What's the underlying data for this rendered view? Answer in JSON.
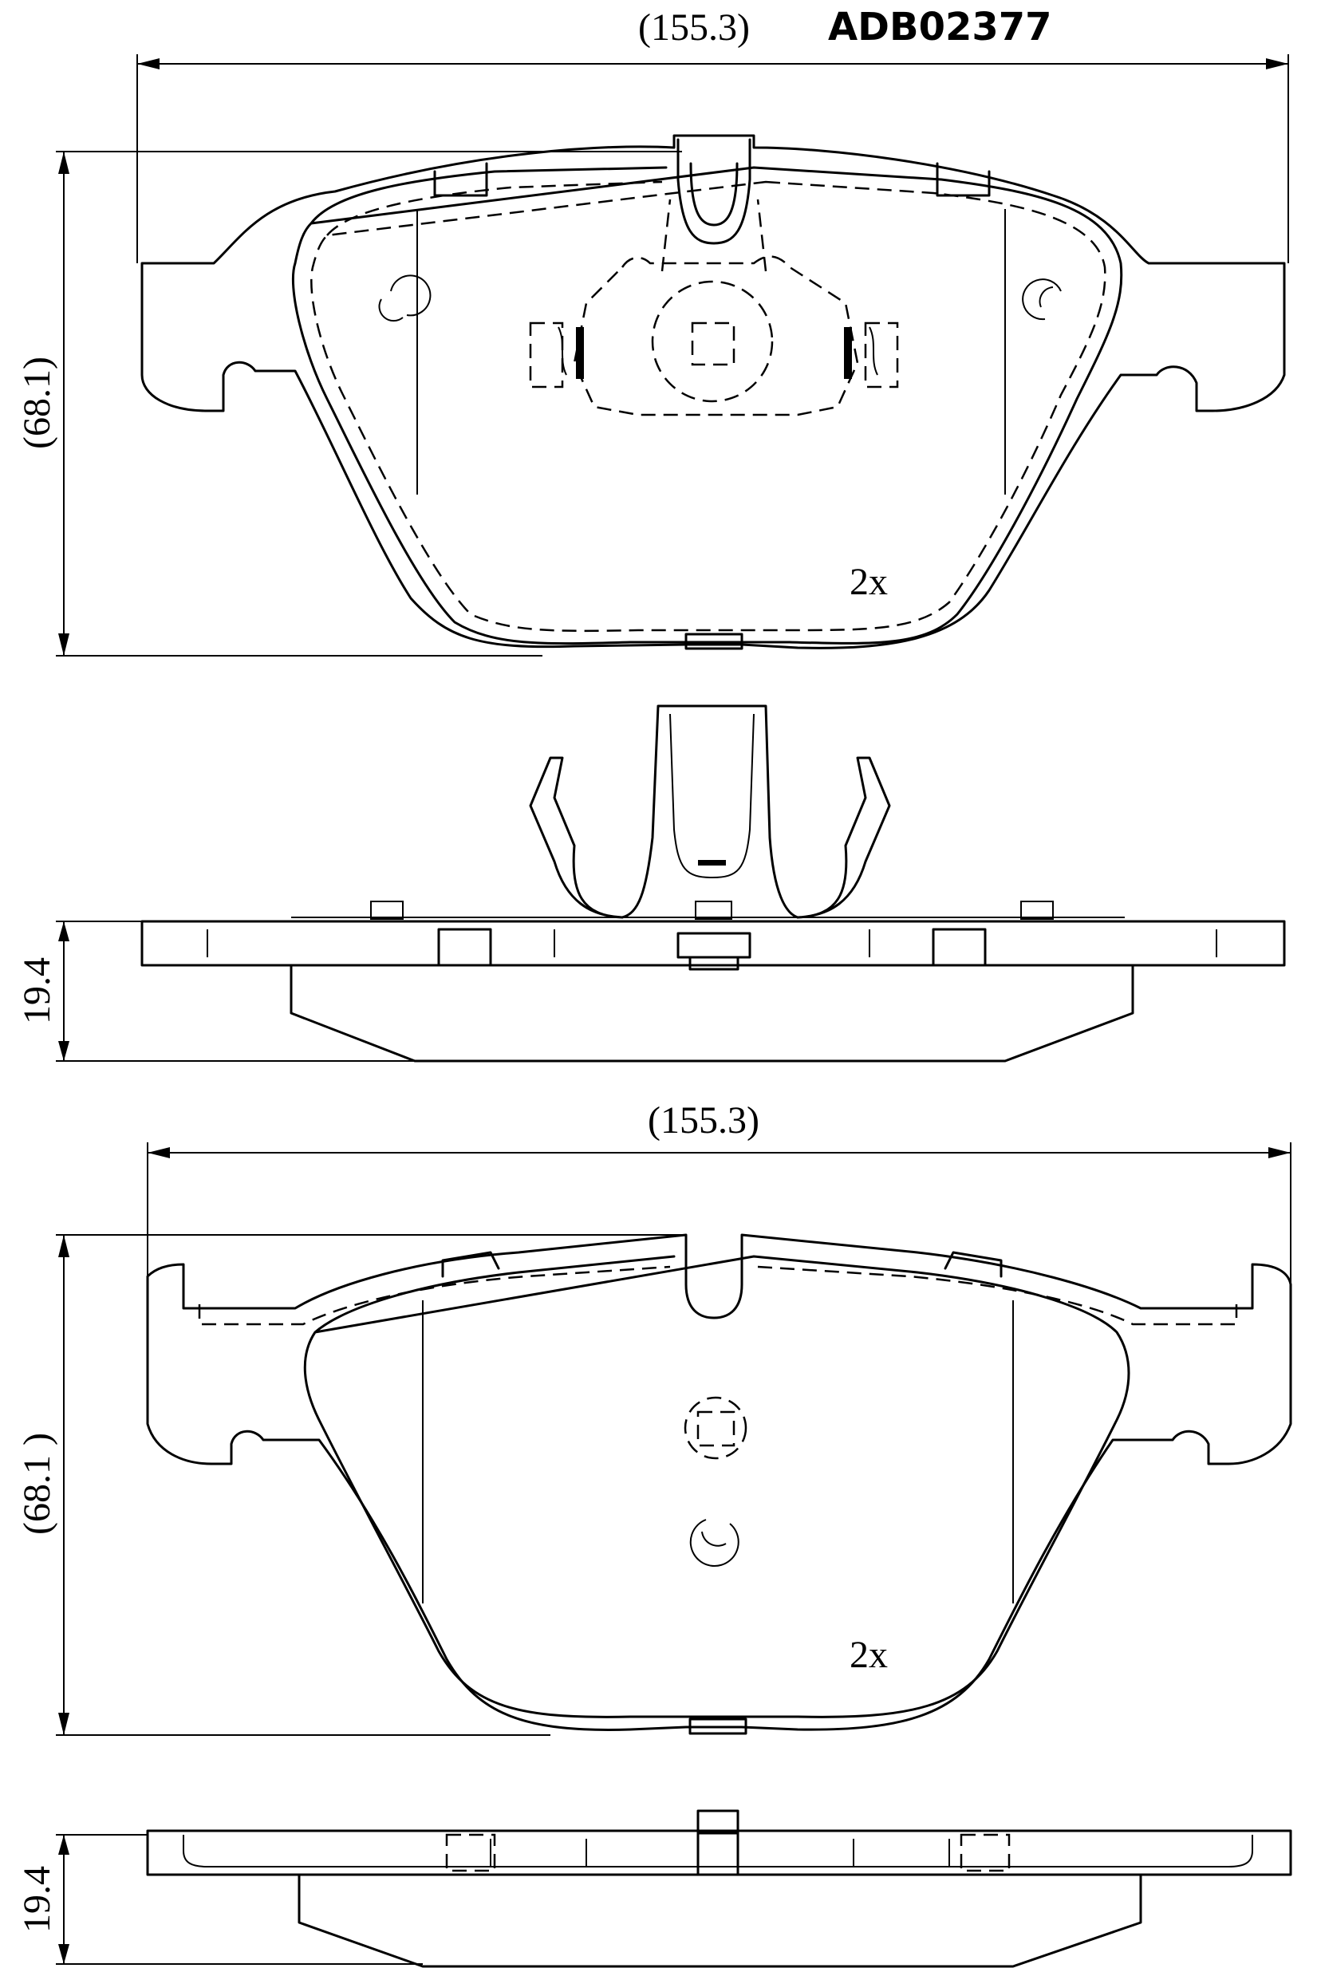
{
  "header": {
    "part_number": "ADB02377",
    "width_label_top": "(155.3)"
  },
  "view_front_top": {
    "height_label": "(68.1)",
    "qty_label": "2x"
  },
  "view_side_top": {
    "thickness_label": "19.4"
  },
  "view_front_bottom": {
    "width_label": "(155.3)",
    "height_label": "(68.1 )",
    "qty_label": "2x"
  },
  "view_side_bottom": {
    "thickness_label": "19.4"
  }
}
